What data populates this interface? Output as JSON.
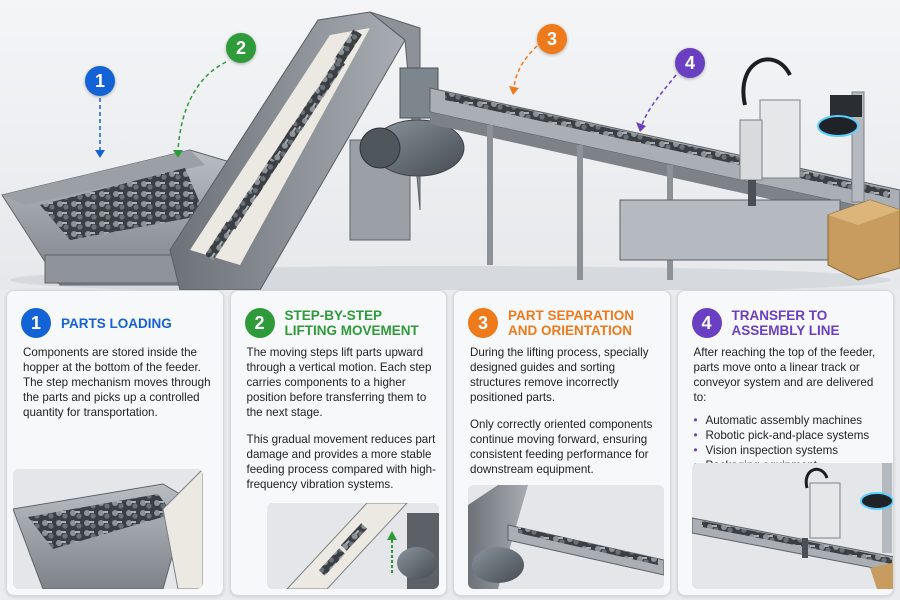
{
  "colors": {
    "step1": "#1463d6",
    "step2": "#2e9a3a",
    "step3": "#ee7a1c",
    "step4": "#6a3fc1"
  },
  "badges": [
    "1",
    "2",
    "3",
    "4"
  ],
  "cards": [
    {
      "number": "1",
      "title": "Parts Loading",
      "paragraphs": [
        "Components are stored inside the hopper at the bottom of the feeder. The step mechanism moves through the parts and picks up a controlled quantity for transportation."
      ]
    },
    {
      "number": "2",
      "title_lines": [
        "Step-by-Step",
        "Lifting Movement"
      ],
      "paragraphs": [
        "The moving steps lift parts upward through a vertical motion. Each step carries components to a higher position before transferring them to the next stage.",
        "This gradual movement reduces part damage and provides a more stable feeding process compared with high-frequency vibration systems."
      ]
    },
    {
      "number": "3",
      "title_lines": [
        "Part Separation",
        "and Orientation"
      ],
      "paragraphs": [
        "During the lifting process, specially designed guides and sorting structures remove incorrectly positioned parts.",
        "Only correctly oriented components continue moving forward, ensuring consistent feeding performance for downstream equipment."
      ]
    },
    {
      "number": "4",
      "title_lines": [
        "Transfer to",
        "Assembly Line"
      ],
      "paragraphs": [
        "After reaching the top of the feeder, parts move onto a linear track or conveyor system and are delivered to:"
      ],
      "list": [
        "Automatic assembly machines",
        "Robotic pick-and-place systems",
        "Vision inspection systems",
        "Packaging equipment"
      ]
    }
  ]
}
